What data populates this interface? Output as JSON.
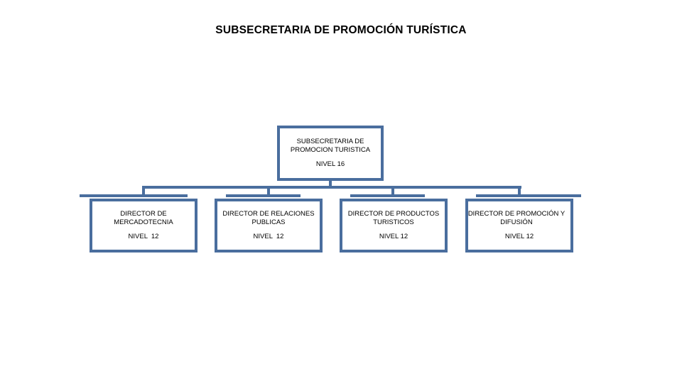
{
  "page": {
    "title": "SUBSECRETARIA DE PROMOCIÓN TURÍSTICA",
    "background_color": "#FFFFFF",
    "accent_color": "#4A6E9E",
    "text_color": "#000000"
  },
  "org_chart": {
    "type": "organizational-chart",
    "connector_color": "#4A6E9E",
    "box_border_color": "#4A6E9E",
    "box_fill_color": "#FFFFFF",
    "root": {
      "name": "SUBSECRETARIA DE\nPROMOCION TURISTICA",
      "level": "NIVEL 16"
    },
    "children": [
      {
        "name": "DIRECTOR DE\nMERCADOTECNIA",
        "level": "NIVEL  12"
      },
      {
        "name": "DIRECTOR DE RELACIONES\nPUBLICAS",
        "level": "NIVEL  12"
      },
      {
        "name": "DIRECTOR DE PRODUCTOS\nTURISTICOS",
        "level": "NIVEL 12"
      },
      {
        "name": "DIRECTOR DE PROMOCIÓN Y\nDIFUSIÓN",
        "level": "NIVEL 12"
      }
    ]
  }
}
